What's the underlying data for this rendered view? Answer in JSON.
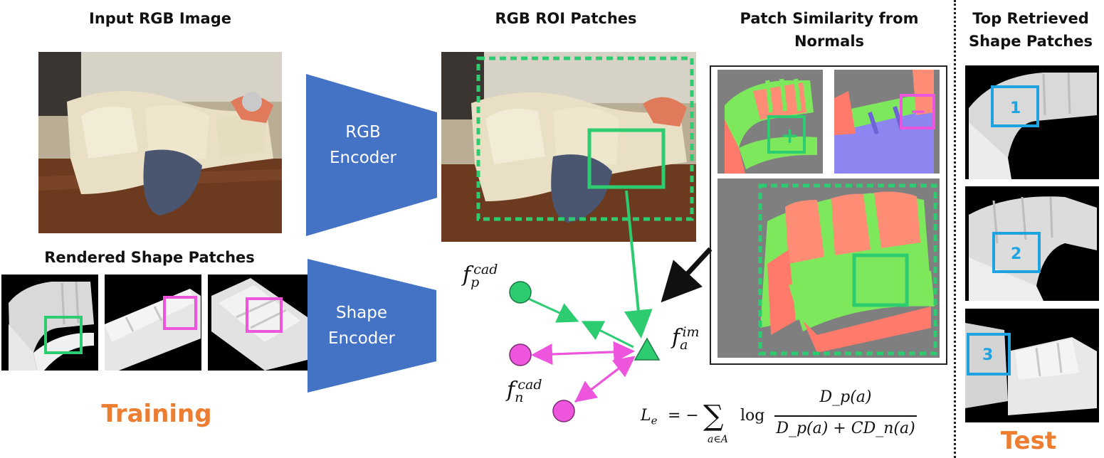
{
  "headings": {
    "input_image": "Input RGB Image",
    "rgb_roi": "RGB ROI Patches",
    "patch_similarity": "Patch Similarity from Normals",
    "top_retrieved": "Top Retrieved Shape Patches",
    "rendered_patches": "Rendered Shape Patches"
  },
  "encoders": {
    "rgb": "RGB Encoder",
    "shape": "Shape Encoder"
  },
  "labels": {
    "training": "Training",
    "test": "Test",
    "plus": "+",
    "minus": "−"
  },
  "features": {
    "fp_base": "f",
    "fp_sub": "p",
    "fp_sup": "cad",
    "fn_base": "f",
    "fn_sub": "n",
    "fn_sup": "cad",
    "fa_base": "f",
    "fa_sub": "a",
    "fa_sup": "im"
  },
  "loss": {
    "lhs": "L",
    "lhs_sub": "e",
    "eq": "= −",
    "sum_sub": "a∈A",
    "log": "log",
    "numerator": "D_p(a)",
    "denominator": "D_p(a) + CD_n(a)"
  },
  "retrieved_ranks": [
    "1",
    "2",
    "3"
  ],
  "colors": {
    "encoder_blue": "#4472c4",
    "green": "#2ecc71",
    "magenta": "#ee55dd",
    "cyan": "#1fa3e0",
    "orange": "#ed7d31"
  }
}
